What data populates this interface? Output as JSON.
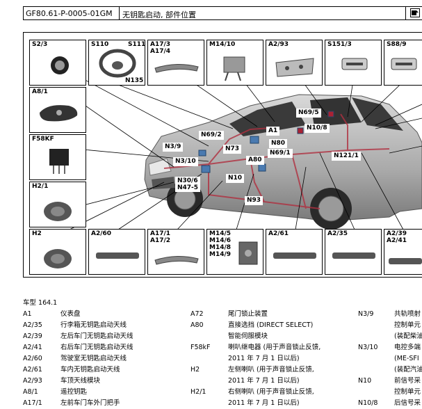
{
  "header": {
    "doc_code": "GF80.61-P-0005-01GM",
    "title": "无钥匙启动, 部件位置"
  },
  "diagram": {
    "top_boxes": [
      {
        "id": "s2-3",
        "label": "S2/3"
      },
      {
        "id": "s110",
        "label": "S110",
        "label2": "S111",
        "label3": "N135"
      },
      {
        "id": "a17-3",
        "label": "A17/3\nA17/4"
      },
      {
        "id": "m14-10",
        "label": "M14/10"
      },
      {
        "id": "a2-93",
        "label": "A2/93"
      },
      {
        "id": "s151-3",
        "label": "S151/3"
      },
      {
        "id": "s88-9",
        "label": "S88/9"
      }
    ],
    "left_boxes": [
      {
        "id": "a8-1",
        "label": "A8/1"
      },
      {
        "id": "f58kf",
        "label": "F58KF"
      },
      {
        "id": "h2-1",
        "label": "H2/1"
      }
    ],
    "bottom_boxes": [
      {
        "id": "h2",
        "label": "H2"
      },
      {
        "id": "a2-60",
        "label": "A2/60"
      },
      {
        "id": "a17-1",
        "label": "A17/1\nA17/2"
      },
      {
        "id": "m14-5",
        "label": "M14/5\nM14/6\nM14/8\nM14/9"
      },
      {
        "id": "a2-61",
        "label": "A2/61"
      },
      {
        "id": "a2-35",
        "label": "A2/35"
      },
      {
        "id": "a2-39",
        "label": "A2/39\nA2/41"
      }
    ],
    "callouts": [
      "N69/5",
      "A1",
      "N10/8",
      "N69/2",
      "N80",
      "N3/9",
      "N73",
      "N69/1",
      "N121/1",
      "A80",
      "N3/10",
      "N10",
      "N30/6\nN47-5",
      "N93"
    ]
  },
  "legend": {
    "model": "车型 164.1",
    "col1": [
      {
        "code": "A1",
        "text": "仪表盘"
      },
      {
        "code": "A2/35",
        "text": "行李箱无钥匙启动天线"
      },
      {
        "code": "A2/39",
        "text": "左后车门无钥匙启动天线"
      },
      {
        "code": "A2/41",
        "text": "右后车门无钥匙启动天线"
      },
      {
        "code": "A2/60",
        "text": "驾驶室无钥匙启动天线"
      },
      {
        "code": "A2/61",
        "text": "车内无钥匙启动天线"
      },
      {
        "code": "A2/93",
        "text": "车顶天线模块"
      },
      {
        "code": "A8/1",
        "text": "遥控钥匙"
      },
      {
        "code": "A17/1",
        "text": "左前车门车外门把手"
      }
    ],
    "col2": [
      {
        "code": "A72",
        "lines": [
          "尾门锁止装置"
        ]
      },
      {
        "code": "A80",
        "lines": [
          "直接选挡 (DIRECT SELECT)",
          "智能伺服模块"
        ]
      },
      {
        "code": "F58kF",
        "lines": [
          "喇叭继电器 (用于声音锁止反馈,",
          "2011 年 7 月 1 日以后)"
        ]
      },
      {
        "code": "H2",
        "lines": [
          "左侧喇叭 (用于声音锁止反馈,",
          "2011 年 7 月 1 日以后)"
        ]
      },
      {
        "code": "H2/1",
        "lines": [
          "右侧喇叭 (用于声音锁止反馈,",
          "2011 年 7 月 1 日以后)"
        ]
      }
    ],
    "col3": [
      {
        "code": "N3/9",
        "lines": [
          "共轨喷射",
          "控制单元",
          "(装配柴油"
        ]
      },
      {
        "code": "N3/10",
        "lines": [
          "电控多端",
          "(ME-SFI",
          "(装配汽油"
        ]
      },
      {
        "code": "N10",
        "lines": [
          "前信号采",
          "控制单元"
        ]
      },
      {
        "code": "N10/8",
        "lines": [
          "后信号采"
        ]
      }
    ]
  }
}
